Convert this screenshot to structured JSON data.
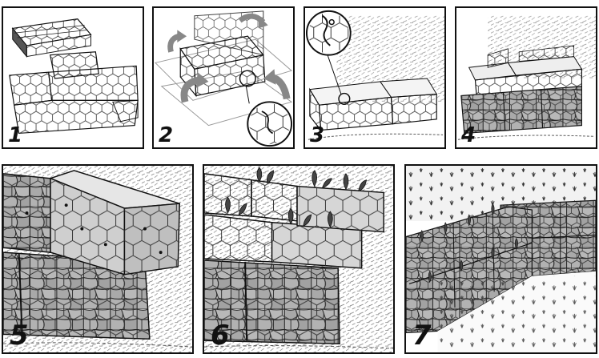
{
  "steps": [
    {
      "label": "1"
    },
    {
      "label": "2"
    },
    {
      "label": "3"
    },
    {
      "label": "4"
    },
    {
      "label": "5"
    },
    {
      "label": "6"
    },
    {
      "label": "7"
    }
  ],
  "colors": {
    "ink": "#111111",
    "mesh": "#333333",
    "shade": "#bdbdbd",
    "light_shade": "#e2e2e2",
    "stone": "#9a9a9a",
    "plant": "#333333"
  }
}
